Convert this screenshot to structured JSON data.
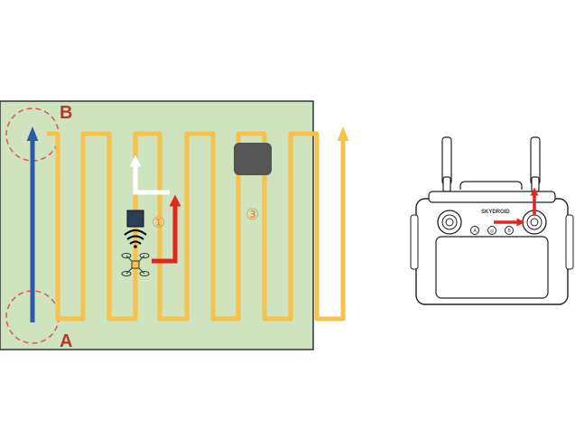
{
  "field": {
    "label_a": "A",
    "label_b": "B",
    "label_1": "①",
    "label_3": "③"
  },
  "controller": {
    "brand": "SKYDROID",
    "button_a": "A",
    "button_mid": "◎",
    "button_b": "B"
  },
  "colors": {
    "field_bg": "#cfe3bf",
    "path_yellow": "#f6c24a",
    "path_blue": "#2f5aa8",
    "arrow_red": "#e0261f",
    "arrow_white": "#ffffff",
    "zone_dashed": "#e0574a",
    "obstacle": "#555555"
  },
  "icons": [
    "drone-icon",
    "wifi-signal-icon",
    "beacon-box-icon",
    "obstacle-icon",
    "remote-controller-icon",
    "joystick-icon",
    "antenna-icon"
  ]
}
